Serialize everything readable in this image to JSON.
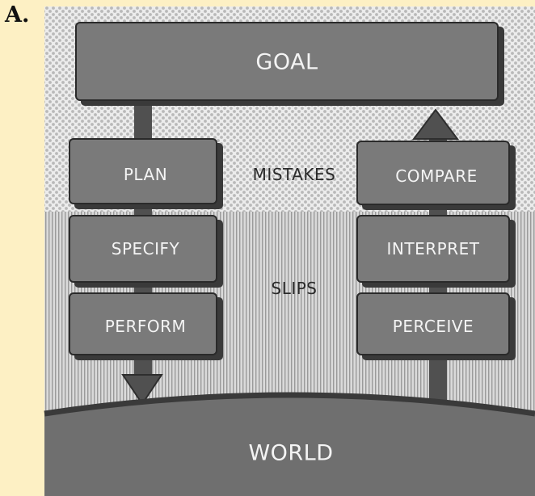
{
  "panel_label": "A.",
  "goal": "GOAL",
  "world": "WORLD",
  "zones": {
    "mistakes": "MISTAKES",
    "slips": "SLIPS"
  },
  "execution_stages": [
    "PLAN",
    "SPECIFY",
    "PERFORM"
  ],
  "evaluation_stages": [
    "COMPARE",
    "INTERPRET",
    "PERCEIVE"
  ],
  "colors": {
    "background": "#fdf0c4",
    "box_fill": "#7a7a7a",
    "box_shadow": "#3a3a3a",
    "arrow": "#505050",
    "world": "#6f6f6f"
  }
}
